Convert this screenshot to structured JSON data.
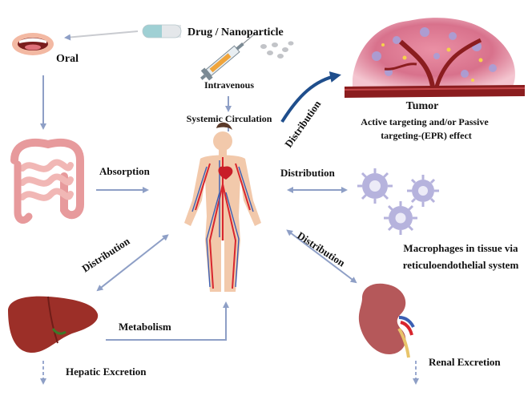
{
  "labels": {
    "drug": "Drug / Nanoparticle",
    "oral": "Oral",
    "intravenous": "Intravenous",
    "systemic": "Systemic Circulation",
    "distribution_tumor": "Distribution",
    "tumor_title": "Tumor",
    "tumor_line1": "Active targeting and/or Passive",
    "tumor_line2": "targeting-(EPR) effect",
    "absorption": "Absorption",
    "distribution_macro": "Distribution",
    "macro_line1": "Macrophages in tissue via",
    "macro_line2": "reticuloendothelial system",
    "distribution_liver": "Distribution",
    "distribution_kidney": "Distribution",
    "metabolism": "Metabolism",
    "hepatic": "Hepatic Excretion",
    "renal": "Renal Excretion"
  },
  "colors": {
    "arrow": "#8e9fc6",
    "arrow_dashed": "#9aa9cf",
    "distribution_arrow": "#1f4e8c",
    "skin": "#f2c9ab",
    "artery": "#d8262e",
    "vein": "#3b5fb4",
    "liver": "#9c2f28",
    "kidney": "#b5585a",
    "intestine": "#e9a6a6",
    "macrophage": "#b6b3dd",
    "tumor_vessel": "#8b1d1f"
  },
  "icons": [
    "mouth-icon",
    "pill-capsule-icon",
    "syringe-icon",
    "nanoparticle-icon",
    "tumor-icon",
    "intestine-icon",
    "human-body-icon",
    "macrophage-icon",
    "liver-icon",
    "kidney-icon"
  ]
}
